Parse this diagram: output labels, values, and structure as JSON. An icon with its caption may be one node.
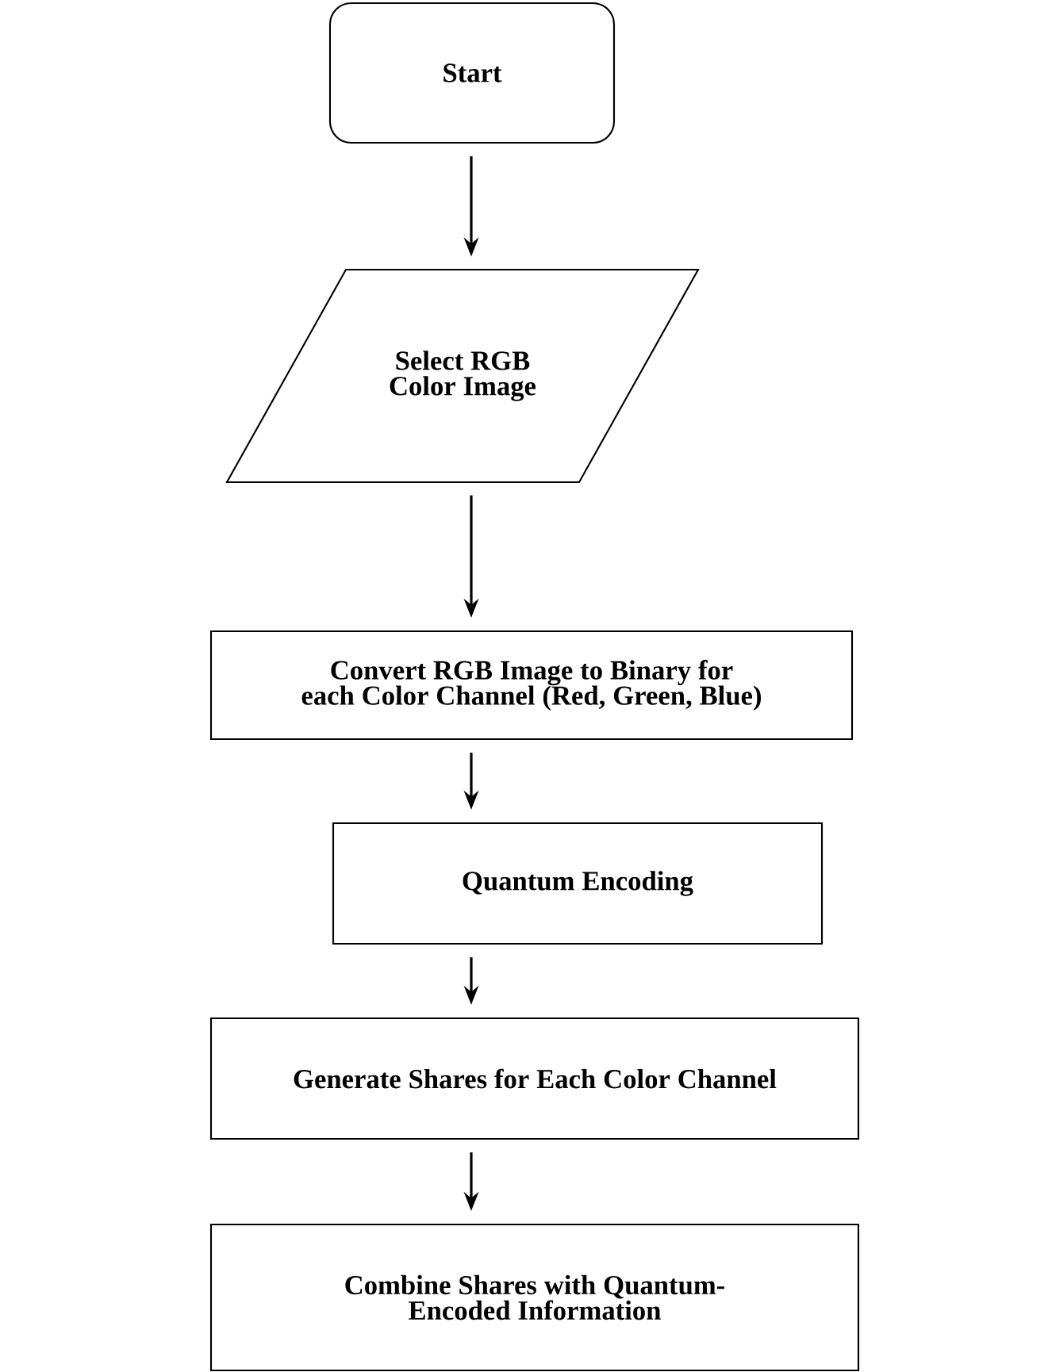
{
  "diagram": {
    "nodes": [
      {
        "text": [
          "Start"
        ]
      },
      {
        "text": [
          "Select RGB Color Image"
        ]
      },
      {
        "text": [
          "Convert RGB Image to Binary for each Color Channel (Red, Green, Blue)"
        ]
      },
      {
        "text": [
          "Quantum Encoding"
        ]
      },
      {
        "text": [
          "Generate Shares for Each Color Channel"
        ]
      },
      {
        "text": [
          "Combine Shares with Quantum-Encoded Information"
        ]
      }
    ],
    "edges": [
      {
        "from": 0,
        "to": 1,
        "arrow": "to"
      },
      {
        "from": 1,
        "to": 2,
        "arrow": "to"
      },
      {
        "from": 2,
        "to": 3,
        "arrow": "to"
      },
      {
        "from": 3,
        "to": 4,
        "arrow": "to"
      },
      {
        "from": 4,
        "to": 5,
        "arrow": "to"
      }
    ]
  }
}
